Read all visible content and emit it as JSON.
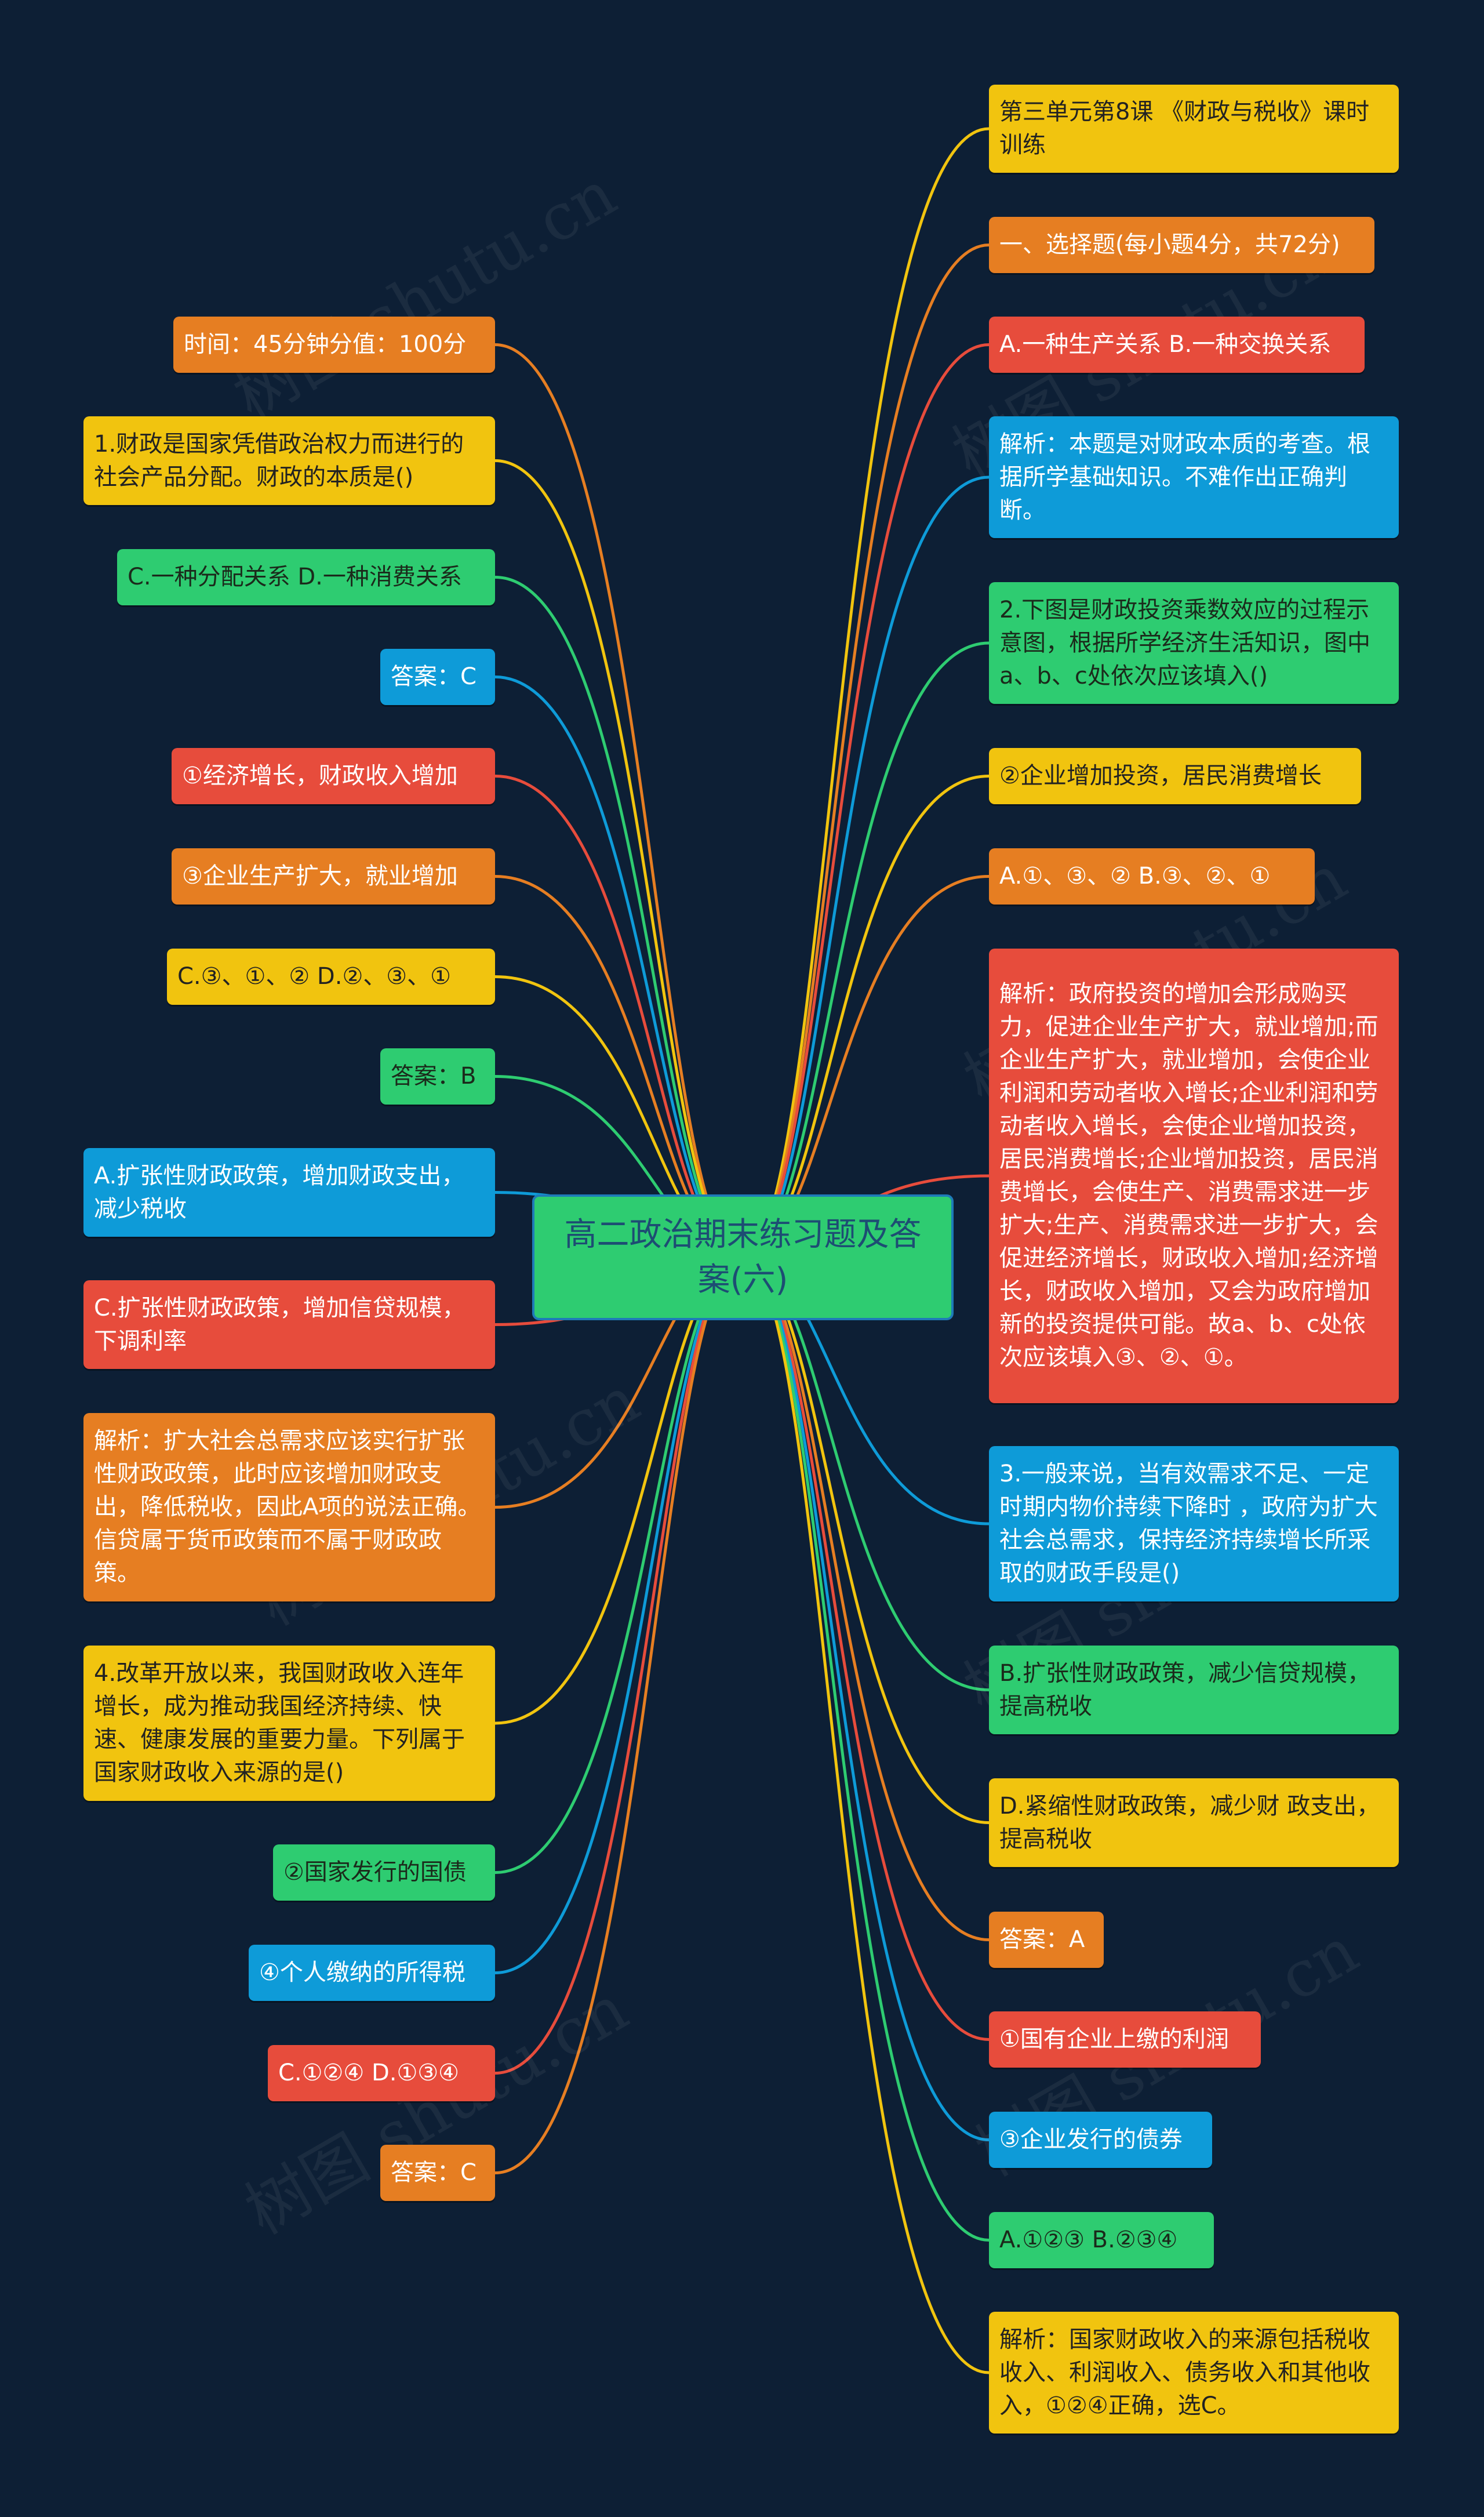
{
  "center": {
    "title": "高二政治期末练习题及答案(六)"
  },
  "watermark": "树图 shutu.cn",
  "colors": {
    "background": "#0d1f35",
    "yellow": "#f1c40f",
    "orange": "#e67e22",
    "red": "#e74c3c",
    "blue": "#0e9bd8",
    "green": "#2ecc71"
  },
  "right_nodes": [
    {
      "text": "第三单元第8课 《财政与税收》课时训练",
      "color": "yellow"
    },
    {
      "text": "一、选择题(每小题4分，共72分)",
      "color": "orange"
    },
    {
      "text": "A.一种生产关系 B.一种交换关系",
      "color": "red"
    },
    {
      "text": "解析：本题是对财政本质的考查。根据所学基础知识。不难作出正确判断。",
      "color": "blue"
    },
    {
      "text": "2.下图是财政投资乘数效应的过程示意图，根据所学经济生活知识，图中a、b、c处依次应该填入()",
      "color": "green"
    },
    {
      "text": "②企业增加投资，居民消费增长",
      "color": "yellow"
    },
    {
      "text": "A.①、③、② B.③、②、①",
      "color": "orange"
    },
    {
      "text": "解析：政府投资的增加会形成购买力，促进企业生产扩大，就业增加;而企业生产扩大，就业增加，会使企业利润和劳动者收入增长;企业利润和劳动者收入增长，会使企业增加投资，居民消费增长;企业增加投资，居民消费增长，会使生产、消费需求进一步扩大;生产、消费需求进一步扩大，会促进经济增长，财政收入增加;经济增长，财政收入增加，又会为政府增加新的投资提供可能。故a、b、c处依次应该填入③、②、①。",
      "color": "red"
    },
    {
      "text": "3.一般来说，当有效需求不足、一定时期内物价持续下降时 ，政府为扩大社会总需求，保持经济持续增长所采取的财政手段是()",
      "color": "blue"
    },
    {
      "text": "B.扩张性财政政策，减少信贷规模，提高税收",
      "color": "green"
    },
    {
      "text": "D.紧缩性财政政策，减少财 政支出，提高税收",
      "color": "yellow"
    },
    {
      "text": "答案：A",
      "color": "orange"
    },
    {
      "text": "①国有企业上缴的利润",
      "color": "red"
    },
    {
      "text": "③企业发行的债券",
      "color": "blue"
    },
    {
      "text": "A.①②③ B.②③④",
      "color": "green"
    },
    {
      "text": "解析：国家财政收入的来源包括税收收入、利润收入、债务收入和其他收入，①②④正确，选C。",
      "color": "yellow"
    }
  ],
  "left_nodes": [
    {
      "text": "时间：45分钟分值：100分",
      "color": "orange"
    },
    {
      "text": "1.财政是国家凭借政治权力而进行的社会产品分配。财政的本质是()",
      "color": "yellow"
    },
    {
      "text": "C.一种分配关系 D.一种消费关系",
      "color": "green"
    },
    {
      "text": "答案：C",
      "color": "blue"
    },
    {
      "text": "①经济增长，财政收入增加",
      "color": "red"
    },
    {
      "text": "③企业生产扩大，就业增加",
      "color": "orange"
    },
    {
      "text": "C.③、①、② D.②、③、①",
      "color": "yellow"
    },
    {
      "text": "答案：B",
      "color": "green"
    },
    {
      "text": "A.扩张性财政政策，增加财政支出，减少税收",
      "color": "blue"
    },
    {
      "text": "C.扩张性财政政策，增加信贷规模，下调利率",
      "color": "red"
    },
    {
      "text": "解析：扩大社会总需求应该实行扩张性财政政策，此时应该增加财政支出，降低税收，因此A项的说法正确。信贷属于货币政策而不属于财政政策。",
      "color": "orange"
    },
    {
      "text": "4.改革开放以来，我国财政收入连年增长，成为推动我国经济持续、快速、健康发展的重要力量。下列属于国家财政收入来源的是()",
      "color": "yellow"
    },
    {
      "text": "②国家发行的国债",
      "color": "green"
    },
    {
      "text": "④个人缴纳的所得税",
      "color": "blue"
    },
    {
      "text": "C.①②④ D.①③④",
      "color": "red"
    },
    {
      "text": "答案：C",
      "color": "orange"
    }
  ]
}
